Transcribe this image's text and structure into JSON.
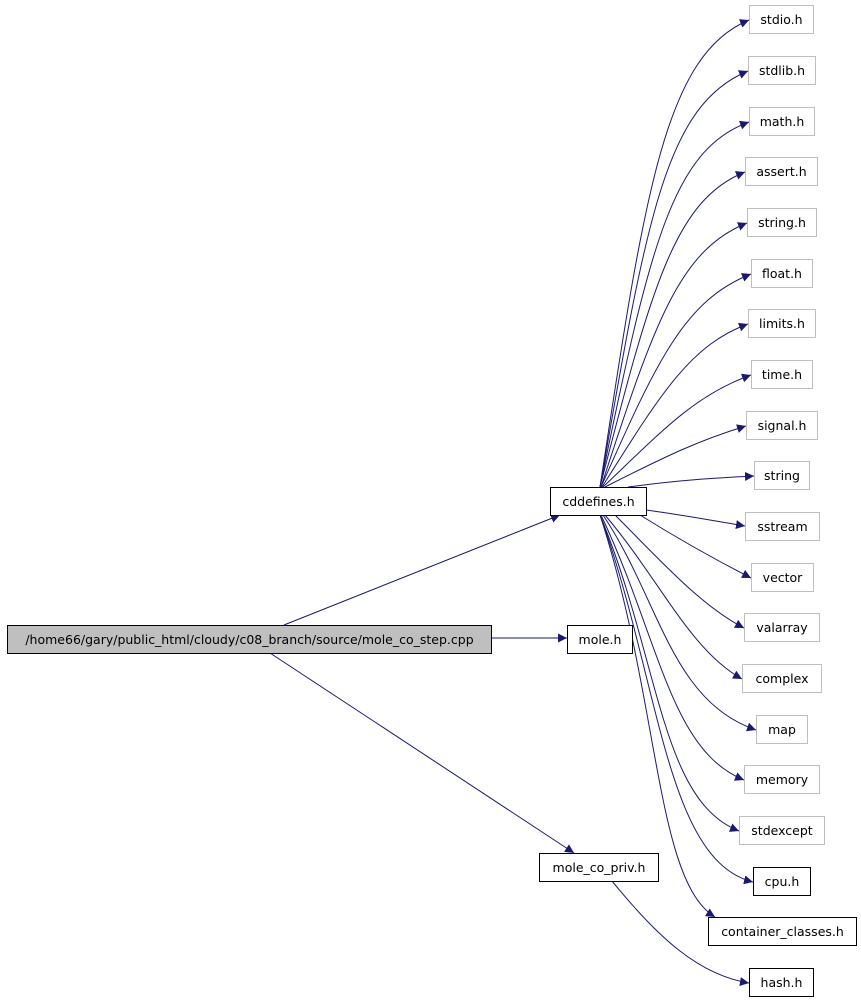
{
  "colors": {
    "edge": "#191970",
    "source_fill": "#bfbfbf",
    "documented_border": "#000000",
    "undocumented_border": "#bfbfbf",
    "node_fill": "#ffffff"
  },
  "nodes": {
    "source": {
      "label": "/home66/gary/public_html/cloudy/c08_branch/source/mole_co_step.cpp",
      "style": "source"
    },
    "cddefines": {
      "label": "cddefines.h",
      "style": "documented"
    },
    "mole": {
      "label": "mole.h",
      "style": "documented"
    },
    "mole_co_priv": {
      "label": "mole_co_priv.h",
      "style": "documented"
    },
    "stdio": {
      "label": "stdio.h",
      "style": "external"
    },
    "stdlib": {
      "label": "stdlib.h",
      "style": "external"
    },
    "math": {
      "label": "math.h",
      "style": "external"
    },
    "assert": {
      "label": "assert.h",
      "style": "external"
    },
    "string_h": {
      "label": "string.h",
      "style": "external"
    },
    "float": {
      "label": "float.h",
      "style": "external"
    },
    "limits": {
      "label": "limits.h",
      "style": "external"
    },
    "time": {
      "label": "time.h",
      "style": "external"
    },
    "signal": {
      "label": "signal.h",
      "style": "external"
    },
    "string": {
      "label": "string",
      "style": "external"
    },
    "sstream": {
      "label": "sstream",
      "style": "external"
    },
    "vector": {
      "label": "vector",
      "style": "external"
    },
    "valarray": {
      "label": "valarray",
      "style": "external"
    },
    "complex": {
      "label": "complex",
      "style": "external"
    },
    "map": {
      "label": "map",
      "style": "external"
    },
    "memory": {
      "label": "memory",
      "style": "external"
    },
    "stdexcept": {
      "label": "stdexcept",
      "style": "external"
    },
    "cpu": {
      "label": "cpu.h",
      "style": "documented"
    },
    "container_classes": {
      "label": "container_classes.h",
      "style": "documented"
    },
    "hash": {
      "label": "hash.h",
      "style": "documented"
    }
  },
  "edges": [
    {
      "from": "source",
      "to": "cddefines"
    },
    {
      "from": "source",
      "to": "mole"
    },
    {
      "from": "source",
      "to": "mole_co_priv"
    },
    {
      "from": "cddefines",
      "to": "stdio"
    },
    {
      "from": "cddefines",
      "to": "stdlib"
    },
    {
      "from": "cddefines",
      "to": "math"
    },
    {
      "from": "cddefines",
      "to": "assert"
    },
    {
      "from": "cddefines",
      "to": "string_h"
    },
    {
      "from": "cddefines",
      "to": "float"
    },
    {
      "from": "cddefines",
      "to": "limits"
    },
    {
      "from": "cddefines",
      "to": "time"
    },
    {
      "from": "cddefines",
      "to": "signal"
    },
    {
      "from": "cddefines",
      "to": "string"
    },
    {
      "from": "cddefines",
      "to": "sstream"
    },
    {
      "from": "cddefines",
      "to": "vector"
    },
    {
      "from": "cddefines",
      "to": "valarray"
    },
    {
      "from": "cddefines",
      "to": "complex"
    },
    {
      "from": "cddefines",
      "to": "map"
    },
    {
      "from": "cddefines",
      "to": "memory"
    },
    {
      "from": "cddefines",
      "to": "stdexcept"
    },
    {
      "from": "cddefines",
      "to": "cpu"
    },
    {
      "from": "cddefines",
      "to": "container_classes"
    },
    {
      "from": "mole_co_priv",
      "to": "hash"
    }
  ]
}
